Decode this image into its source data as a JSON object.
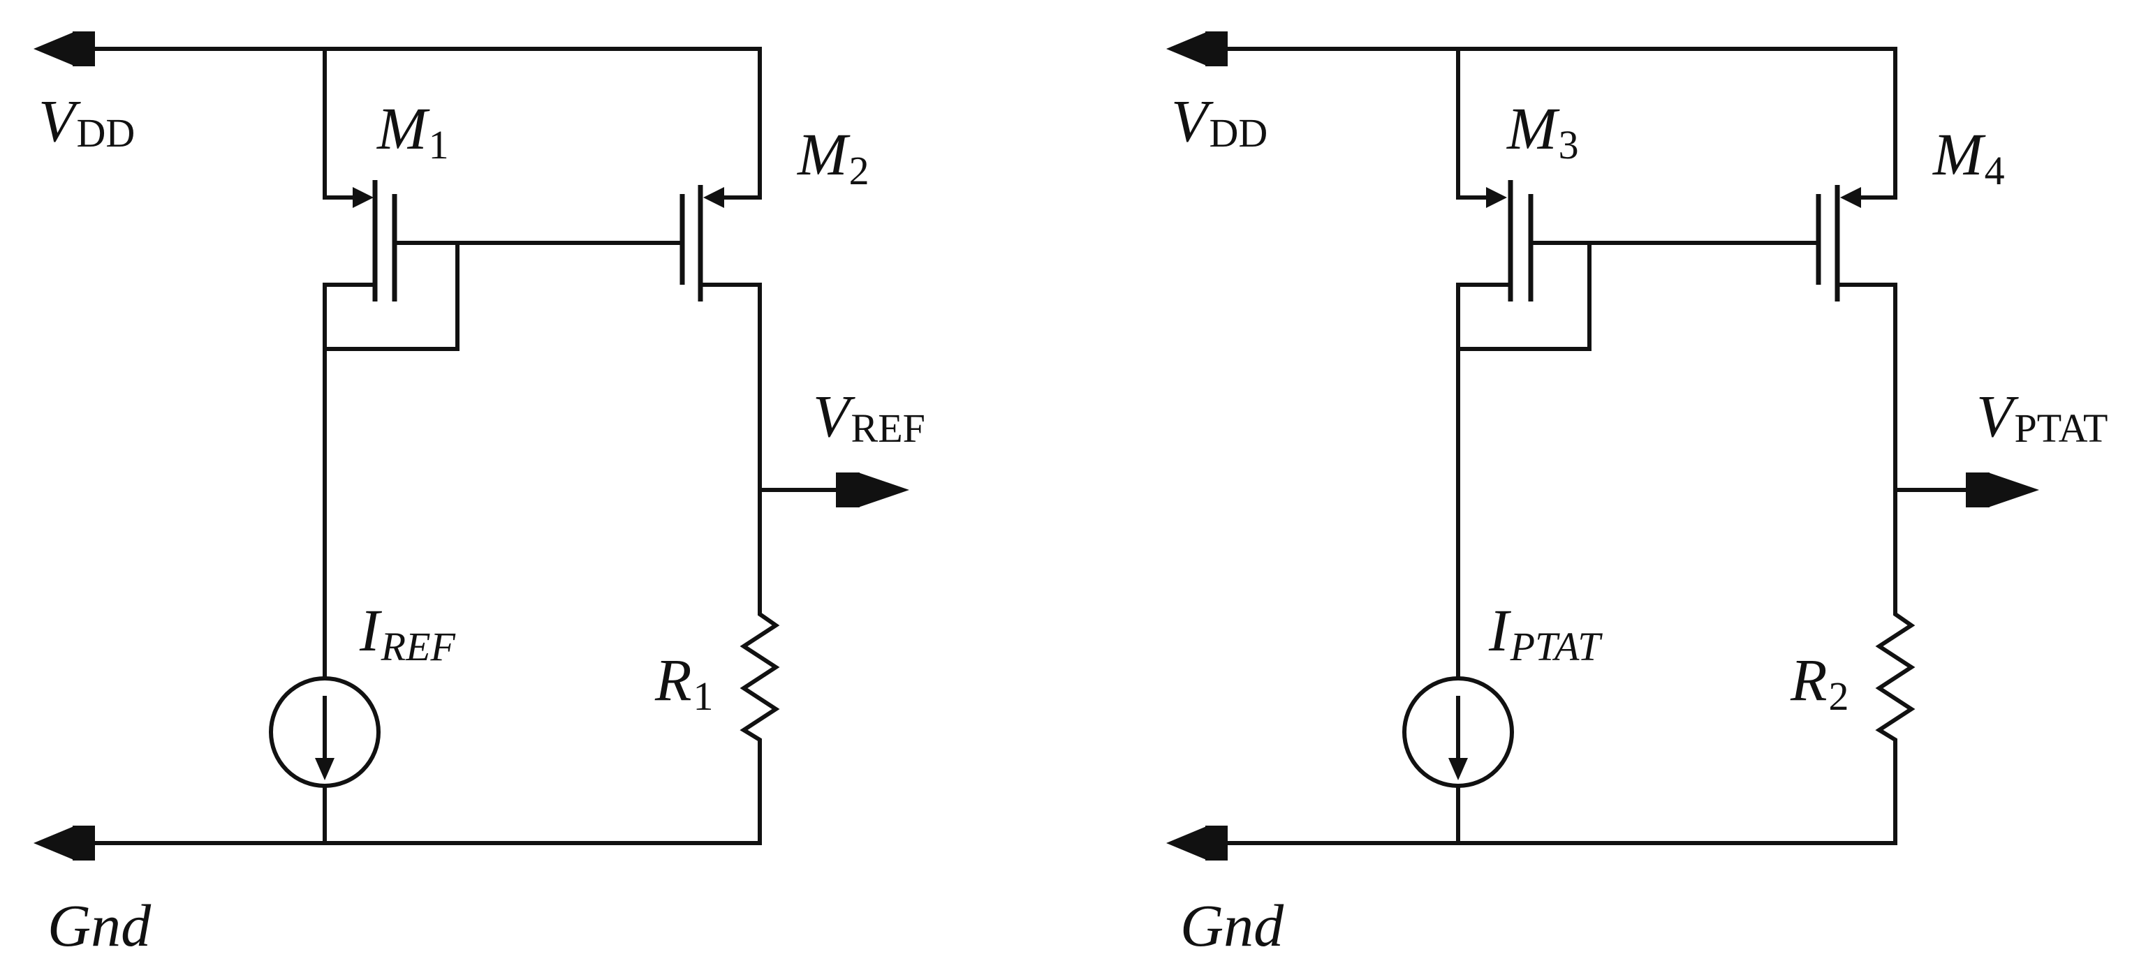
{
  "circuits": [
    {
      "vdd": {
        "main": "V",
        "sub": "DD"
      },
      "gnd": "Gnd",
      "m_left": {
        "main": "M",
        "sub": "1"
      },
      "m_right": {
        "main": "M",
        "sub": "2"
      },
      "vout": {
        "main": "V",
        "sub": "REF"
      },
      "isrc": {
        "main": "I",
        "sub": "REF"
      },
      "res": {
        "main": "R",
        "sub": "1"
      }
    },
    {
      "vdd": {
        "main": "V",
        "sub": "DD"
      },
      "gnd": "Gnd",
      "m_left": {
        "main": "M",
        "sub": "3"
      },
      "m_right": {
        "main": "M",
        "sub": "4"
      },
      "vout": {
        "main": "V",
        "sub": "PTAT"
      },
      "isrc": {
        "main": "I",
        "sub": "PTAT"
      },
      "res": {
        "main": "R",
        "sub": "2"
      }
    }
  ]
}
